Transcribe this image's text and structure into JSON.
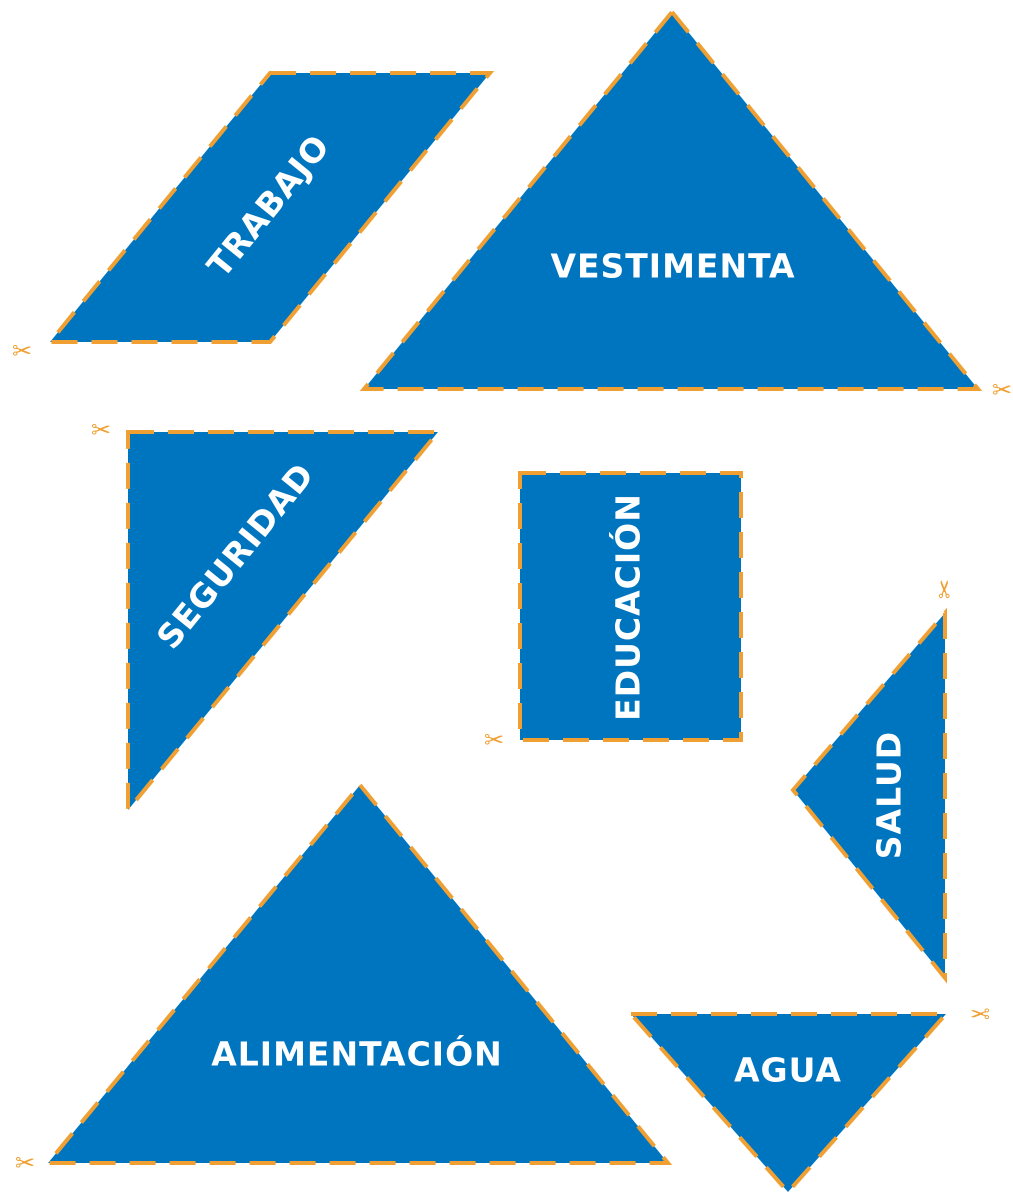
{
  "colors": {
    "piece_fill": "#0075bf",
    "cut_line": "#f0a032",
    "background": "#ffffff"
  },
  "cut_icon": {
    "name": "scissors-icon",
    "glyph": "✂"
  },
  "pieces": {
    "trabajo": {
      "label": "TRABAJO"
    },
    "vestimenta": {
      "label": "VESTIMENTA"
    },
    "seguridad": {
      "label": "SEGURIDAD"
    },
    "educacion": {
      "label": "EDUCACIÓN"
    },
    "salud": {
      "label": "SALUD"
    },
    "alimentacion": {
      "label": "ALIMENTACIÓN"
    },
    "agua": {
      "label": "AGUA"
    }
  }
}
